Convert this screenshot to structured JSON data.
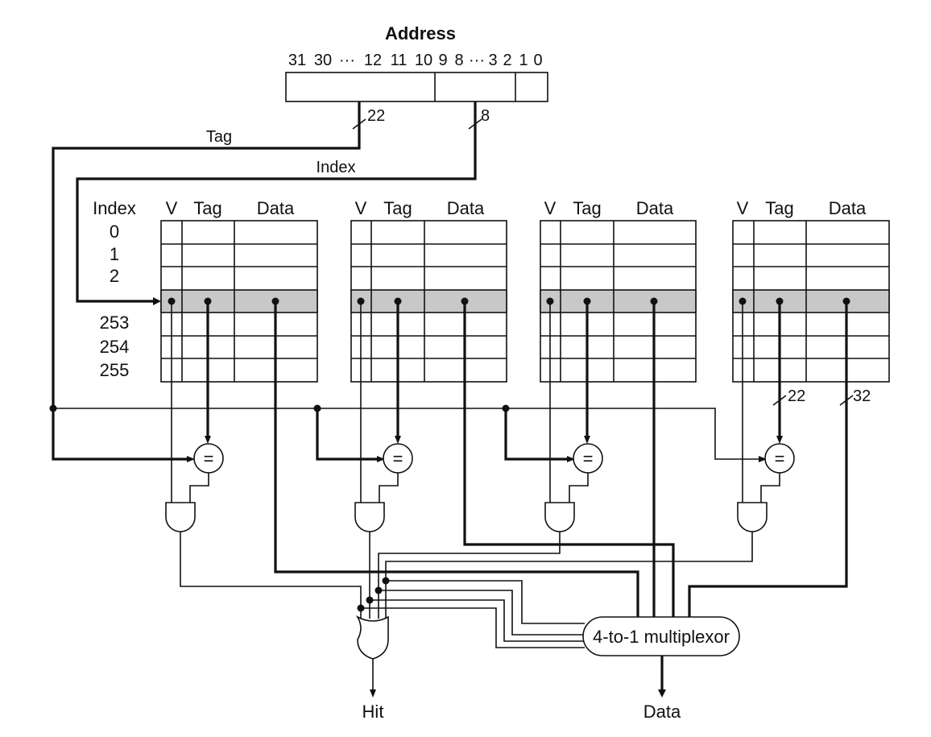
{
  "address": {
    "title": "Address",
    "bits": [
      "31",
      "30",
      "···",
      "12",
      "11",
      "10",
      "9",
      "8",
      "···",
      "3",
      "2",
      "1",
      "0"
    ]
  },
  "buses": {
    "tag_label": "Tag",
    "index_label": "Index",
    "tag_width": "22",
    "index_width": "8",
    "compare_width": "22",
    "data_width": "32"
  },
  "cache": {
    "index_header": "Index",
    "column_headers": [
      "V",
      "Tag",
      "Data"
    ],
    "row_indices_top": [
      "0",
      "1",
      "2"
    ],
    "row_indices_bottom": [
      "253",
      "254",
      "255"
    ],
    "ways": 4
  },
  "comparator_symbol": "=",
  "mux_label": "4-to-1 multiplexor",
  "outputs": {
    "hit": "Hit",
    "data": "Data"
  },
  "colors": {
    "highlight_row": "#c8c8c8",
    "line": "#111111"
  }
}
